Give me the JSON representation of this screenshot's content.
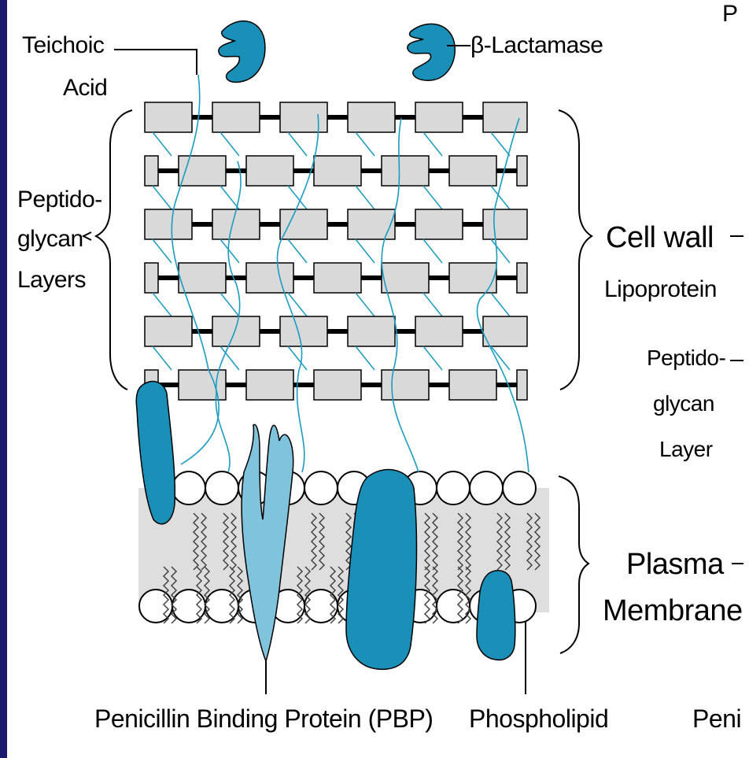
{
  "labels": {
    "teichoic_line1": "Teichoic",
    "teichoic_line2": "Acid",
    "beta_lactamase": "β-Lactamase",
    "pg_layers_line1": "Peptido-",
    "pg_layers_line2": "glycan",
    "pg_layers_line3": "Layers",
    "cell_wall": "Cell wall",
    "lipoprotein": "Lipoprotein",
    "pg_layer_line1": "Peptido-",
    "pg_layer_line2": "glycan",
    "pg_layer_line3": "Layer",
    "plasma": "Plasma",
    "membrane": "Membrane",
    "pbp": "Penicillin Binding Protein (PBP)",
    "phospholipid": "Phospholipid",
    "corner_top": "P",
    "corner_bottom": "Peni"
  },
  "colors": {
    "protein": "#1a8fb8",
    "pbp": "#7fc4dc",
    "thread": "#1b9bc2",
    "block": "#d9d9d9",
    "membrane_band": "#dedede",
    "sidebar": "#1a1a6e"
  }
}
